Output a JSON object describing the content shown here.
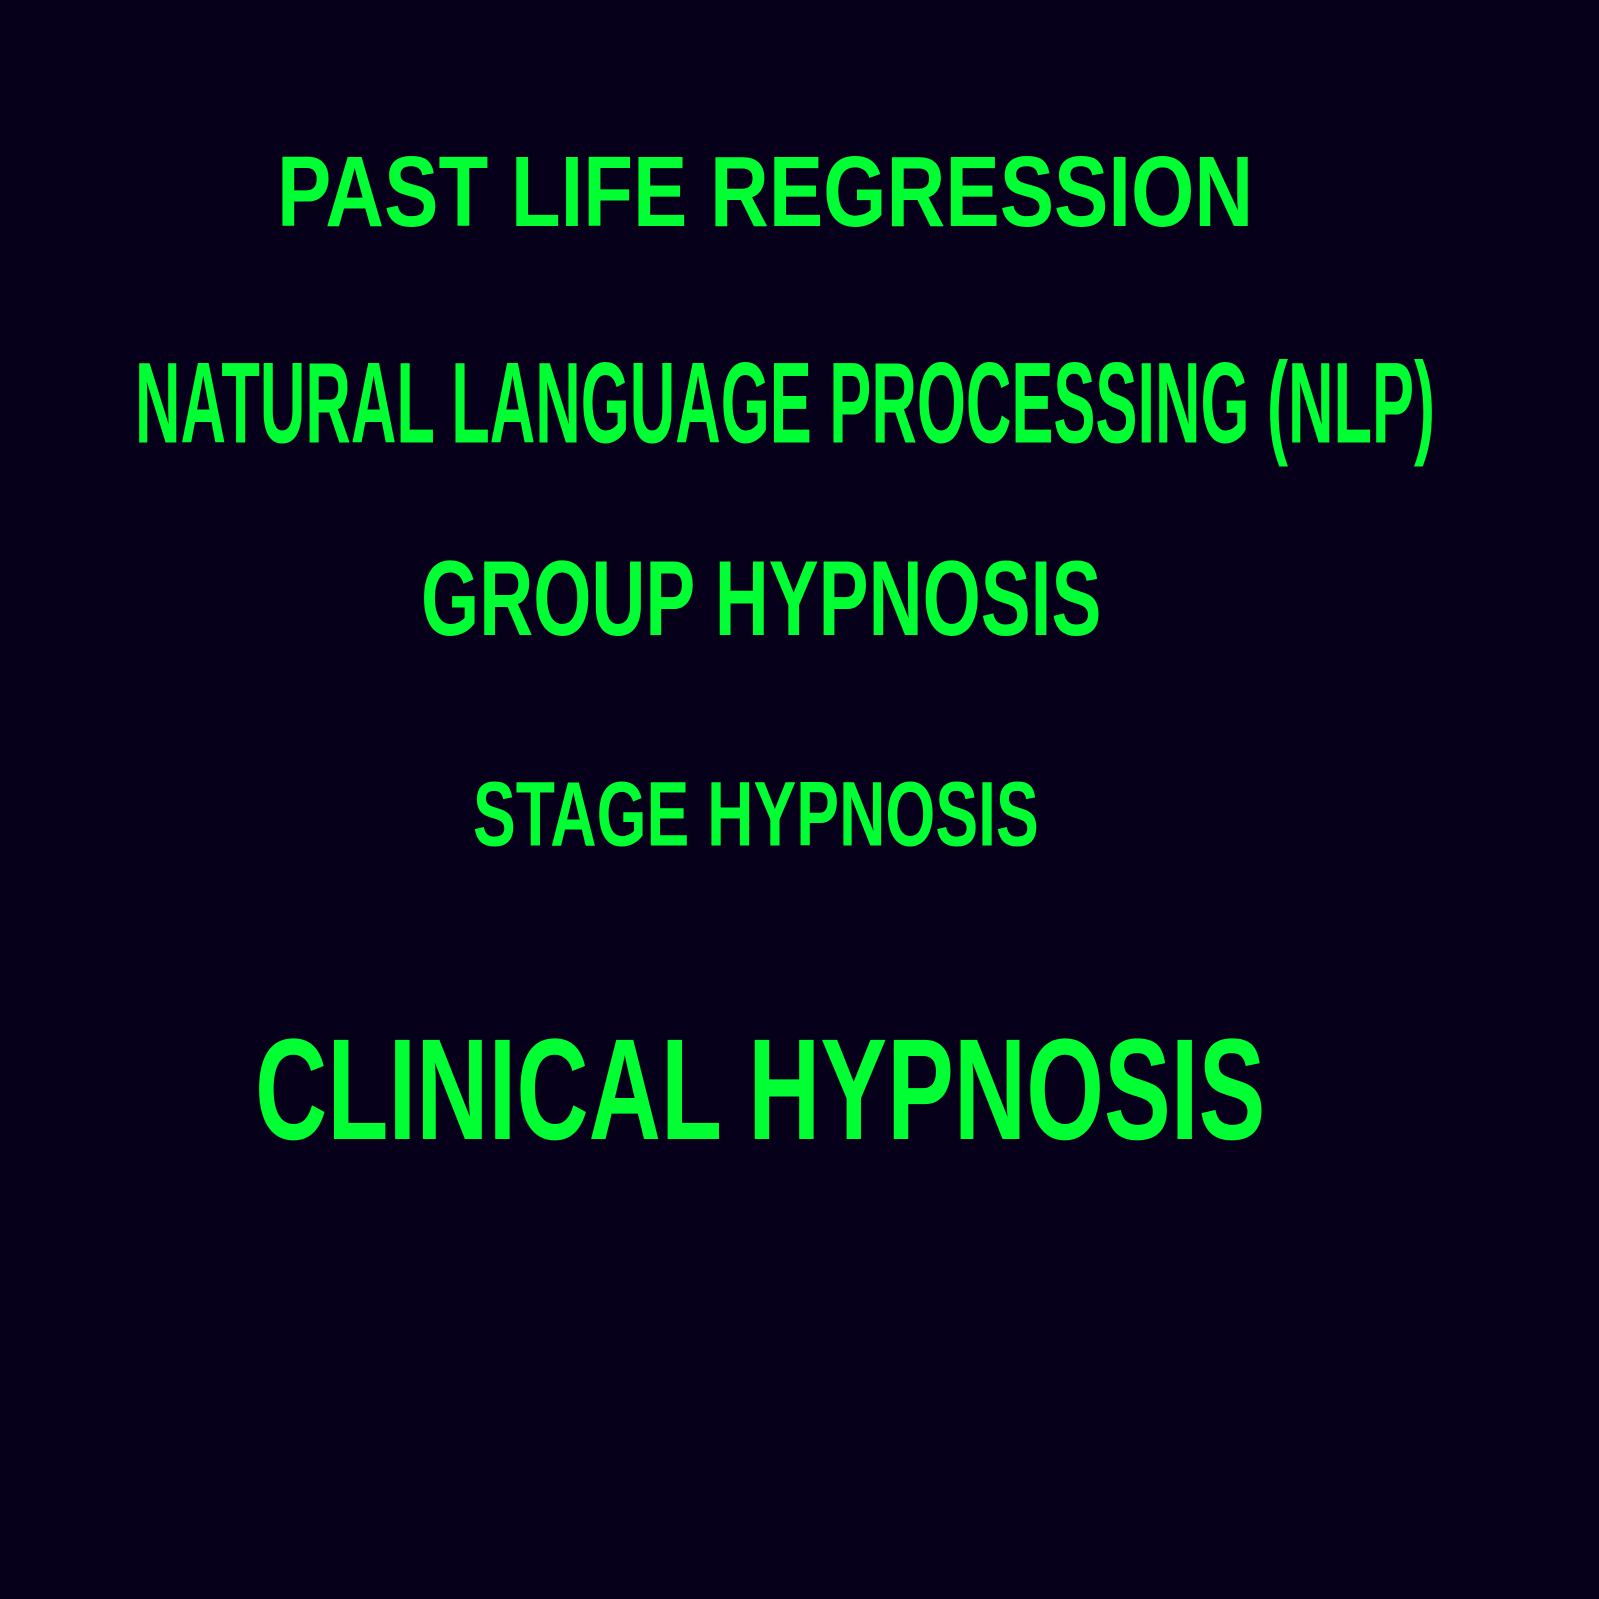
{
  "colors": {
    "background": "#06001a",
    "text": "#00ff33"
  },
  "lines": [
    "PAST LIFE REGRESSION",
    "NATURAL LANGUAGE PROCESSING (NLP)",
    "GROUP HYPNOSIS",
    "STAGE HYPNOSIS",
    "CLINICAL HYPNOSIS"
  ]
}
